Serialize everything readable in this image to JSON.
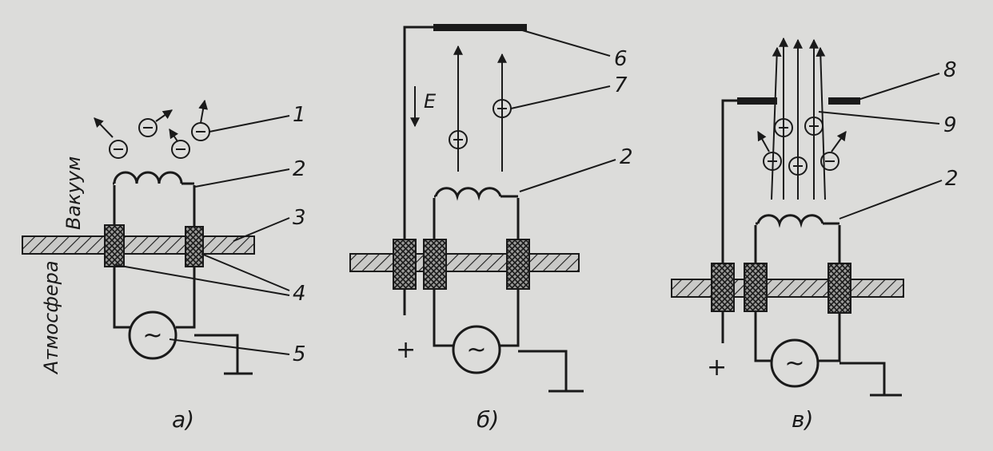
{
  "labels": {
    "vacuum": "Вакуум",
    "atmosphere": "Атмосфера",
    "field": "E",
    "plus_b": "+",
    "plus_c": "+",
    "ac_symbol": "~",
    "electron_symbol": "−",
    "n1": "1",
    "n2a": "2",
    "n3": "3",
    "n4": "4",
    "n5": "5",
    "n6": "6",
    "n7": "7",
    "n2b": "2",
    "n8": "8",
    "n9": "9",
    "n2c": "2",
    "cap_a": "а)",
    "cap_b": "б)",
    "cap_c": "в)"
  },
  "colors": {
    "ink": "#1a1a1a",
    "paper": "#dcdcda"
  }
}
